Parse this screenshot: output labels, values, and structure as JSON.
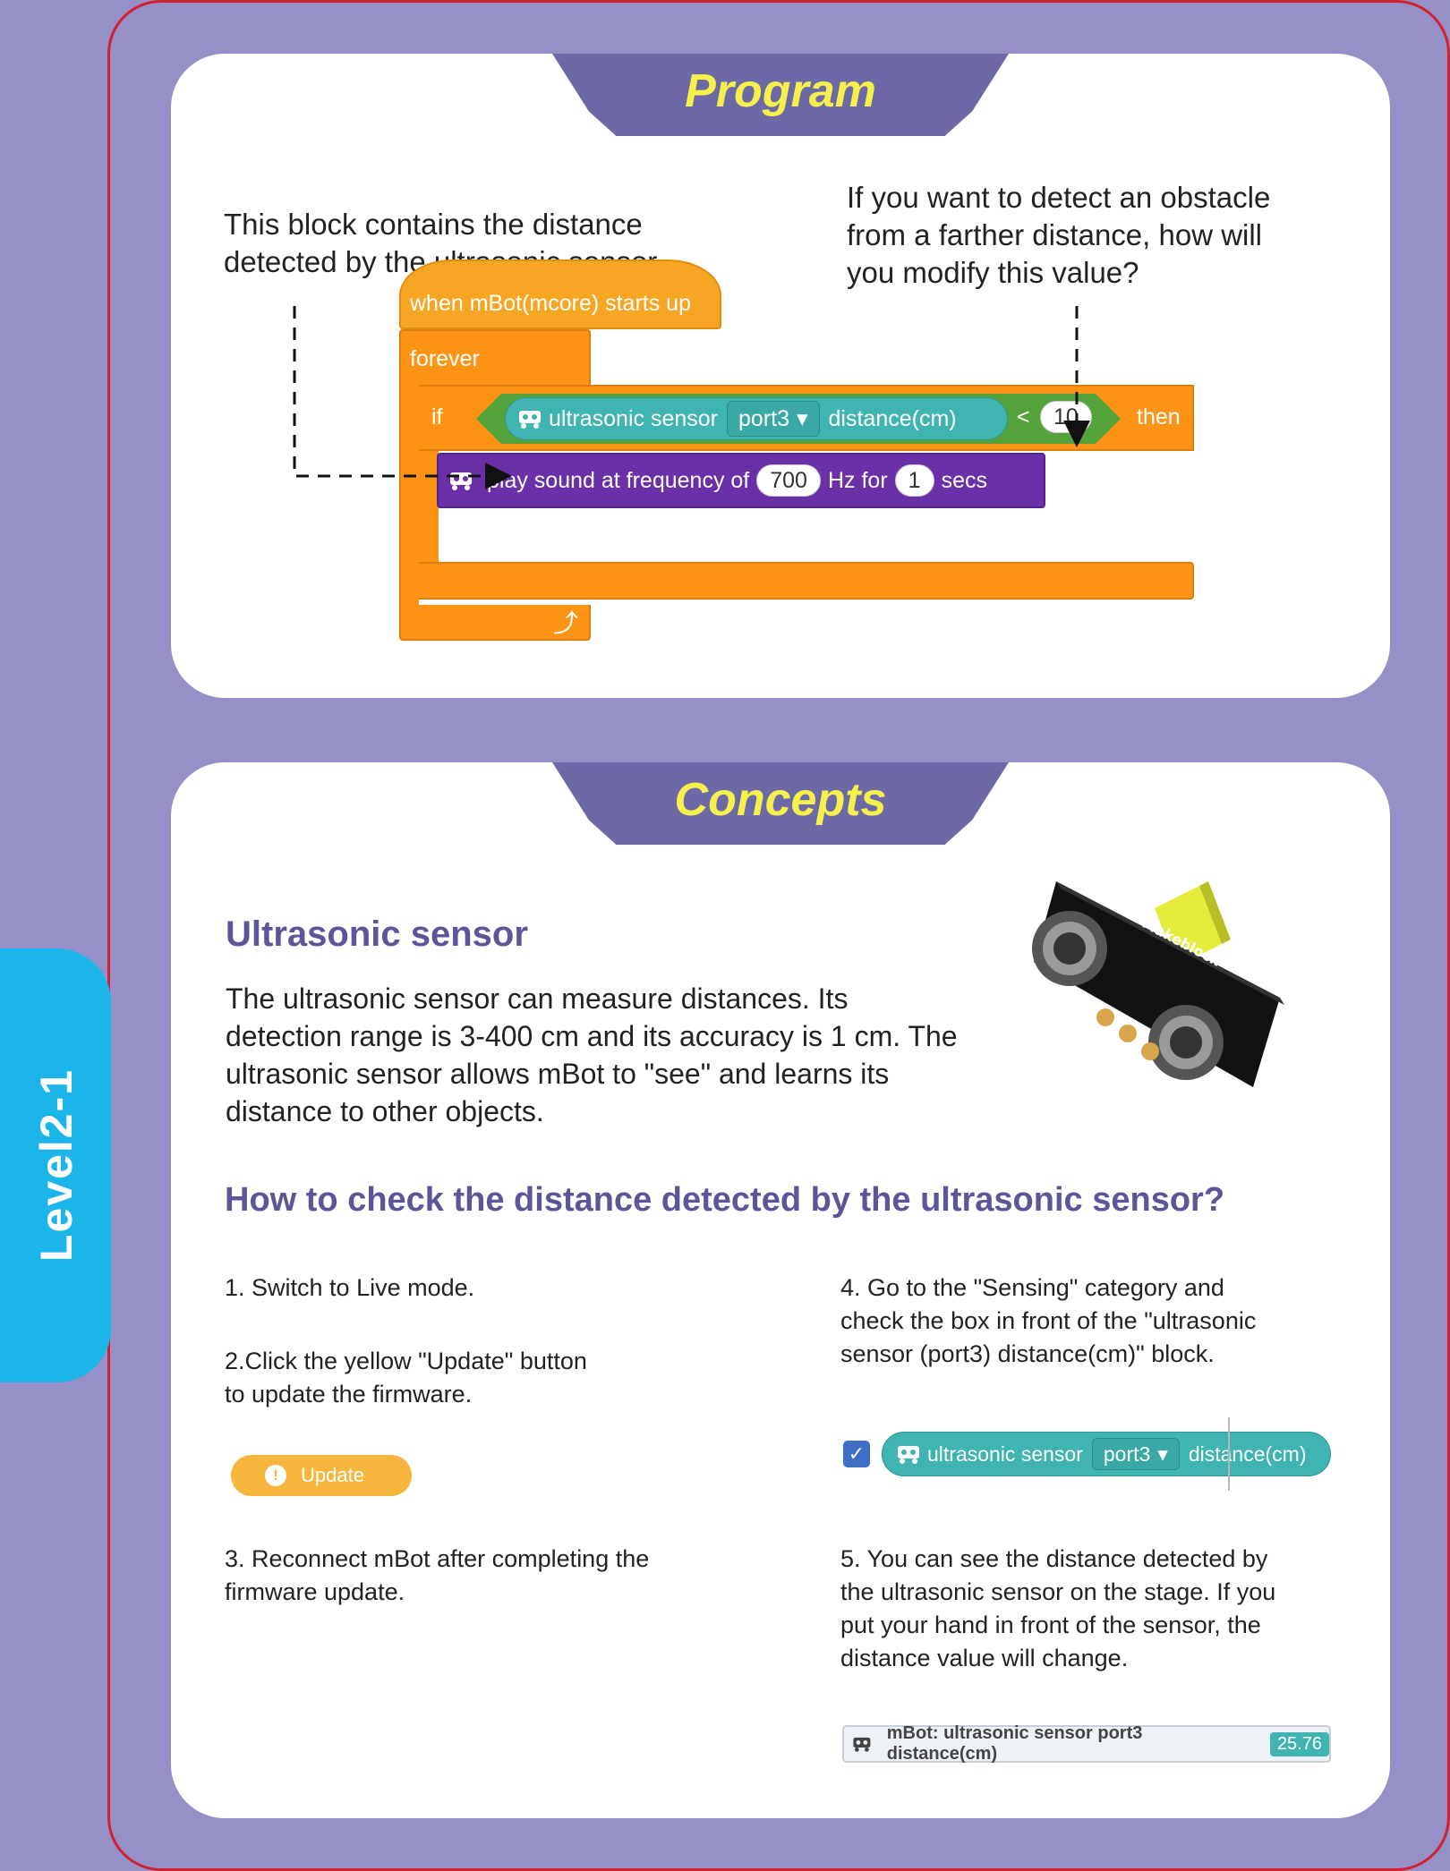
{
  "side_tab": {
    "label": "Level2-1"
  },
  "program": {
    "title": "Program",
    "note_left": [
      "This block contains the distance",
      "detected by the ultrasonic sensor."
    ],
    "note_right": [
      "If you want to detect an obstacle",
      "from a farther distance, how will",
      "you modify this value?"
    ],
    "blocks": {
      "hat": "when mBot(mcore) starts up",
      "forever": "forever",
      "if": "if",
      "sensor": "ultrasonic sensor",
      "port": "port3",
      "distance": "distance(cm)",
      "lt": "<",
      "threshold": "10",
      "then": "then",
      "sound_prefix": "play sound at frequency of",
      "frequency": "700",
      "hz_for": "Hz for",
      "duration": "1",
      "secs": "secs",
      "loop_arrow": "⤴"
    }
  },
  "concepts": {
    "title": "Concepts",
    "heading1": "Ultrasonic sensor",
    "body": [
      "The ultrasonic sensor can measure distances. Its",
      "detection range is 3-400 cm and its accuracy is 1 cm. The",
      "ultrasonic sensor allows mBot to \"see\" and learns its",
      "distance to other objects."
    ],
    "sensor_brand": "Makeblock",
    "heading2": "How to check the distance detected by the ultrasonic sensor?",
    "steps": {
      "s1": [
        "1. Switch to Live mode."
      ],
      "s2": [
        "2.Click the yellow \"Update\" button",
        "to update the firmware."
      ],
      "s3": [
        "3. Reconnect mBot after completing the",
        "firmware update."
      ],
      "s4": [
        "4. Go to the \"Sensing\" category and",
        "check the box in front of the \"ultrasonic",
        "sensor (port3) distance(cm)\" block."
      ],
      "s5": [
        "5. You can see the distance detected by",
        "the ultrasonic sensor on the stage. If you",
        "put your hand in front of the sensor, the",
        "distance value will change."
      ]
    },
    "update_button": {
      "icon": "!",
      "label": "Update"
    },
    "sensing_block": {
      "check": "✓",
      "sensor": "ultrasonic sensor",
      "port": "port3",
      "distance": "distance(cm)"
    },
    "monitor": {
      "label": "mBot: ultrasonic sensor port3 distance(cm)",
      "value": "25.76"
    }
  },
  "colors": {
    "background": "#9590c8",
    "tab": "#6c69a6",
    "title_yellow": "#f6f04c",
    "level_blue": "#1cb5ea",
    "heading_purple": "#5b569a"
  }
}
